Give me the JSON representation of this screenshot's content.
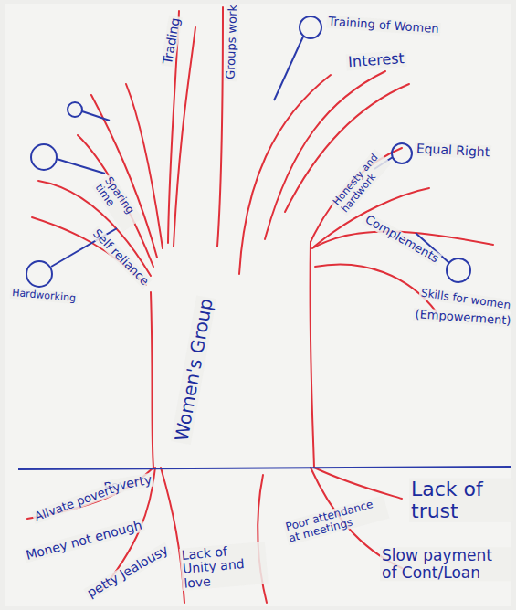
{
  "diagram": {
    "labels": [
      "Trading",
      "Groups work",
      "Training of Women",
      "Interest",
      "Equal Right",
      "Honesty and hardwork",
      "Complements",
      "Skills for women",
      "(Empowerment)",
      "Sparing time",
      "Self reliance",
      "Hardworking",
      "Women's Group",
      "Poverty",
      "Alivate poverty",
      "Money not enough",
      "petty Jealousy",
      "Lack of Unity and love",
      "Poor attendance at meetings",
      "Lack of trust",
      "Slow payment of Cont/Loan"
    ]
  }
}
